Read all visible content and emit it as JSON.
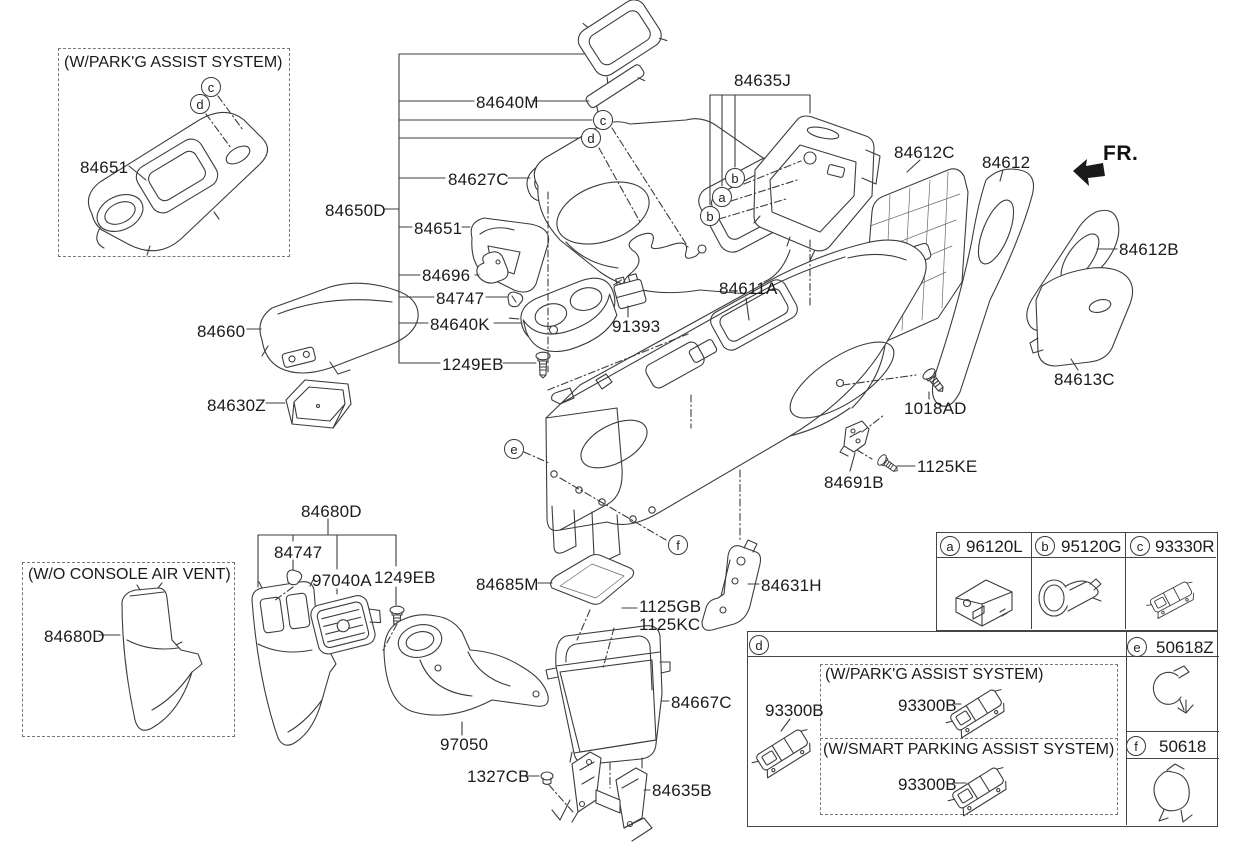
{
  "diagram": {
    "fr_label": "FR.",
    "line_color": "#3c3c3c",
    "variant_boxes": {
      "park_assist_title": "(W/PARK'G ASSIST SYSTEM)",
      "no_air_vent_title": "(W/O CONSOLE AIR VENT)"
    },
    "callouts": {
      "a": "a",
      "b": "b",
      "c": "c",
      "d": "d",
      "e": "e",
      "f": "f"
    },
    "part_labels": {
      "p84651_box": "84651",
      "p84640M": "84640M",
      "p84627C": "84627C",
      "p84650D": "84650D",
      "p84651": "84651",
      "p84696": "84696",
      "p84747_a": "84747",
      "p84640K": "84640K",
      "p1249EB_a": "1249EB",
      "p91393": "91393",
      "p84635J": "84635J",
      "p84612C": "84612C",
      "p84612": "84612",
      "p84612B": "84612B",
      "p84613C": "84613C",
      "p84611A": "84611A",
      "p1018AD": "1018AD",
      "p1125KE": "1125KE",
      "p84691B": "84691B",
      "p84631H": "84631H",
      "p84660": "84660",
      "p84630Z": "84630Z",
      "p84680D_grp": "84680D",
      "p84747_b": "84747",
      "p97040A": "97040A",
      "p1249EB_b": "1249EB",
      "p84685M": "84685M",
      "p1125GB": "1125GB",
      "p1125KC": "1125KC",
      "p84667C": "84667C",
      "p97050": "97050",
      "p1327CB": "1327CB",
      "p84635B": "84635B",
      "p84680D_wo": "84680D"
    },
    "legend": {
      "a_letter": "a",
      "a_part": "96120L",
      "a_icon": "usb-aux-jack-assembly",
      "b_letter": "b",
      "b_part": "95120G",
      "b_icon": "power-outlet-socket",
      "c_letter": "c",
      "c_part": "93330R",
      "c_icon": "console-switch-module",
      "d_letter": "d",
      "d_left_part": "93300B",
      "d_park_title": "(W/PARK'G ASSIST SYSTEM)",
      "d_park_part": "93300B",
      "d_smart_title": "(W/SMART PARKING ASSIST SYSTEM)",
      "d_smart_part": "93300B",
      "e_letter": "e",
      "e_part": "50618Z",
      "e_icon": "spring-clip",
      "f_letter": "f",
      "f_part": "50618",
      "f_icon": "spring-clip"
    }
  }
}
